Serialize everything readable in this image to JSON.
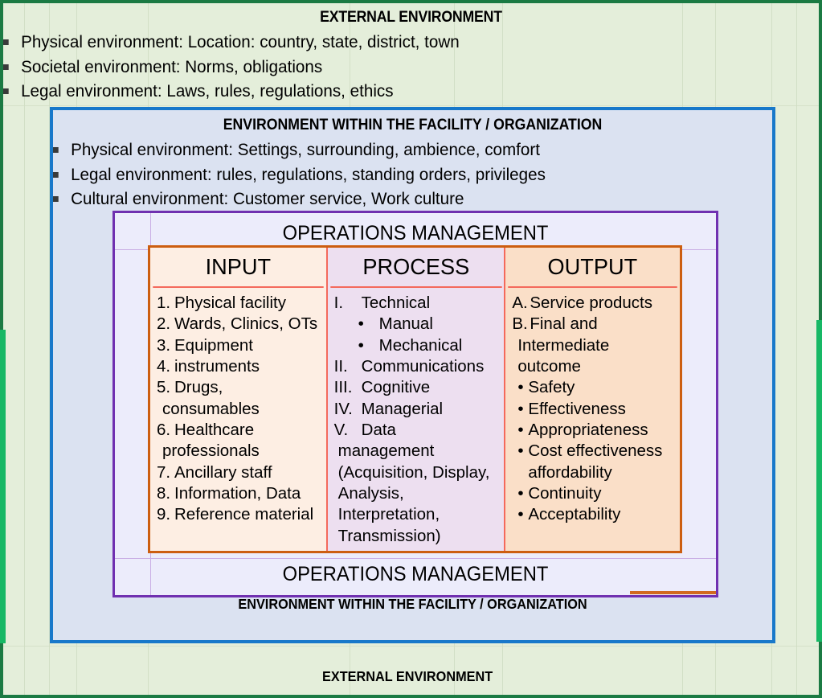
{
  "colors": {
    "outer_green": "#1b7a43",
    "outer_green_accent": "#17b865",
    "external_bg": "#e4eeda",
    "facility_border": "#1878ca",
    "facility_bg": "#dbe2f1",
    "ops_border": "#7030b0",
    "ops_bg": "#ececfb",
    "ipo_border": "#cc5e10",
    "ipo_divider": "#f4695c",
    "input_bg": "#fdeee3",
    "process_bg": "#eddff0",
    "output_bg": "#fadfc8",
    "text": "#000000"
  },
  "external_environment": {
    "title": "EXTERNAL ENVIRONMENT",
    "bullets": [
      "Physical environment: Location: country, state, district, town",
      "Societal environment: Norms, obligations",
      "Legal environment: Laws, rules, regulations, ethics"
    ],
    "bottom_label": "EXTERNAL ENVIRONMENT"
  },
  "facility_environment": {
    "title": "ENVIRONMENT WITHIN THE FACILITY / ORGANIZATION",
    "bullets": [
      "Physical environment: Settings, surrounding, ambience, comfort",
      "Legal environment: rules, regulations, standing orders, privileges",
      "Cultural environment: Customer service, Work culture"
    ],
    "bottom_label": "ENVIRONMENT WITHIN THE FACILITY / ORGANIZATION"
  },
  "operations_management": {
    "title_top": "OPERATIONS MANAGEMENT",
    "title_bottom": "OPERATIONS MANAGEMENT"
  },
  "ipo": {
    "columns": [
      {
        "header": "INPUT",
        "items": [
          {
            "marker": "1.",
            "text": "Physical facility"
          },
          {
            "marker": "2.",
            "text": "Wards, Clinics, OTs"
          },
          {
            "marker": "3.",
            "text": "Equipment"
          },
          {
            "marker": "4.",
            "text": "instruments"
          },
          {
            "marker": "5.",
            "text": "Drugs,"
          },
          {
            "marker": "",
            "text": "consumables",
            "continuation": true
          },
          {
            "marker": "6.",
            "text": "Healthcare"
          },
          {
            "marker": "",
            "text": "professionals",
            "continuation": true
          },
          {
            "marker": "7.",
            "text": "Ancillary staff"
          },
          {
            "marker": "8.",
            "text": "Information, Data"
          },
          {
            "marker": "9.",
            "text": "Reference material"
          }
        ]
      },
      {
        "header": "PROCESS",
        "items": [
          {
            "marker": "I.",
            "text": "Technical"
          },
          {
            "marker": "•",
            "text": "Manual",
            "sub": true
          },
          {
            "marker": "•",
            "text": "Mechanical",
            "sub": true
          },
          {
            "marker": "II.",
            "text": "Communications"
          },
          {
            "marker": "III.",
            "text": "Cognitive"
          },
          {
            "marker": "IV.",
            "text": "Managerial"
          },
          {
            "marker": "V.",
            "text": "Data"
          },
          {
            "marker": "",
            "text": "management",
            "continuation": true
          },
          {
            "marker": "",
            "text": "(Acquisition, Display,",
            "continuation": true
          },
          {
            "marker": "",
            "text": "Analysis,",
            "continuation": true
          },
          {
            "marker": "",
            "text": "Interpretation,",
            "continuation": true
          },
          {
            "marker": "",
            "text": "Transmission)",
            "continuation": true
          }
        ]
      },
      {
        "header": "OUTPUT",
        "items": [
          {
            "marker": "A.",
            "text": "Service products"
          },
          {
            "marker": "B.",
            "text": "Final and"
          },
          {
            "marker": "",
            "text": "Intermediate",
            "continuation": true
          },
          {
            "marker": "",
            "text": "outcome",
            "continuation": true
          },
          {
            "marker": "•",
            "text": "Safety",
            "dot": true
          },
          {
            "marker": "•",
            "text": "Effectiveness",
            "dot": true
          },
          {
            "marker": "•",
            "text": "Appropriateness",
            "dot": true
          },
          {
            "marker": "•",
            "text": "Cost effectiveness",
            "dot": true
          },
          {
            "marker": "",
            "text": "affordability",
            "continuation": true
          },
          {
            "marker": "•",
            "text": "Continuity",
            "dot": true
          },
          {
            "marker": "•",
            "text": "Acceptability",
            "dot": true
          }
        ]
      }
    ]
  }
}
